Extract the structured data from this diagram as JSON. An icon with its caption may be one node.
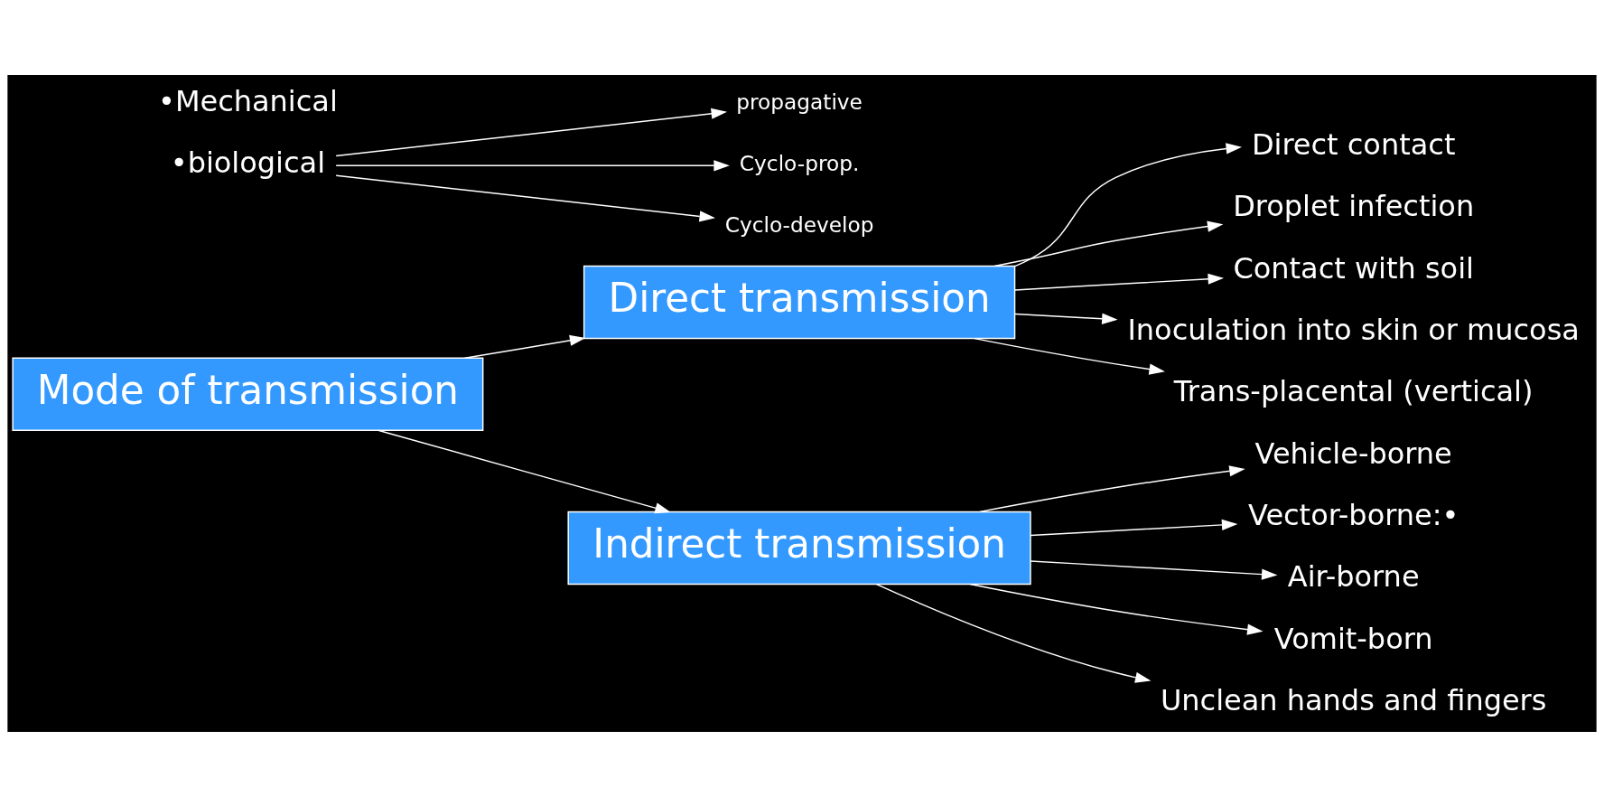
{
  "diagram": {
    "nodes": [
      {
        "text": [
          "Mode of transmission"
        ]
      },
      {
        "text": [
          "Direct transmission"
        ]
      },
      {
        "text": [
          "Indirect transmission"
        ]
      },
      {
        "text": [
          "Direct contact"
        ]
      },
      {
        "text": [
          "Droplet infection"
        ]
      },
      {
        "text": [
          "Contact with soil"
        ]
      },
      {
        "text": [
          "Inoculation into skin or mucosa"
        ]
      },
      {
        "text": [
          "Trans-placental (vertical)"
        ]
      },
      {
        "text": [
          "Vehicle-borne"
        ]
      },
      {
        "text": [
          "Vector-borne:•"
        ]
      },
      {
        "text": [
          "•biological"
        ]
      },
      {
        "text": [
          "propagative"
        ]
      },
      {
        "text": [
          "Cyclo-prop."
        ]
      },
      {
        "text": [
          "Cyclo-develop"
        ]
      },
      {
        "text": [
          "Air-borne"
        ]
      },
      {
        "text": [
          "Vomit-born"
        ]
      },
      {
        "text": [
          "Unclean hands and fingers"
        ]
      }
    ],
    "edges": [
      {
        "from": 0,
        "to": 1,
        "arrow": "to"
      },
      {
        "from": 0,
        "to": 2,
        "arrow": "to"
      },
      {
        "from": 1,
        "to": 3,
        "arrow": "to"
      },
      {
        "from": 1,
        "to": 4,
        "arrow": "to"
      },
      {
        "from": 1,
        "to": 5,
        "arrow": "to"
      },
      {
        "from": 1,
        "to": 6,
        "arrow": "to"
      },
      {
        "from": 1,
        "to": 7,
        "arrow": "to"
      },
      {
        "from": 2,
        "to": 8,
        "arrow": "to"
      },
      {
        "from": 2,
        "to": 9,
        "arrow": "to"
      },
      {
        "from": 10,
        "to": 11,
        "arrow": "to"
      },
      {
        "from": 10,
        "to": 12,
        "arrow": "to"
      },
      {
        "from": 10,
        "to": 13,
        "arrow": "to"
      },
      {
        "from": 2,
        "to": 14,
        "arrow": "to"
      },
      {
        "from": 2,
        "to": 15,
        "arrow": "to"
      },
      {
        "from": 2,
        "to": 16,
        "arrow": "to"
      }
    ],
    "labels": [
      "•Mechanical"
    ]
  }
}
